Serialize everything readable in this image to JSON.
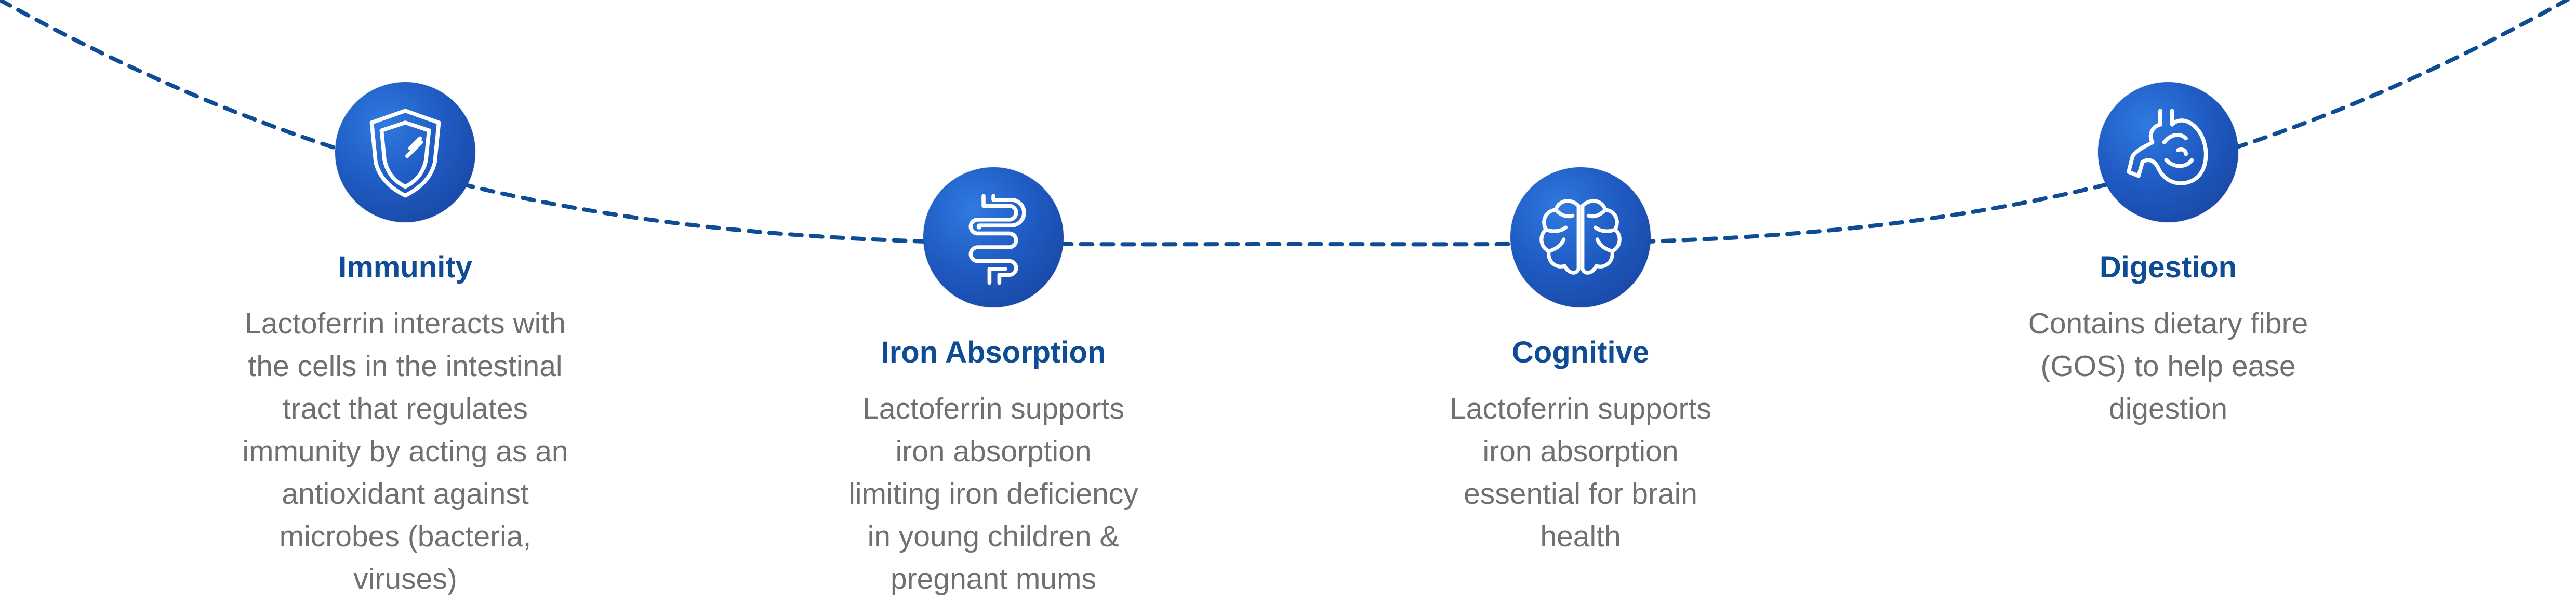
{
  "accent_color": "#0e4c96",
  "text_color": "#707070",
  "benefits": [
    {
      "icon": "shield-icon",
      "title": "Immunity",
      "lines": [
        "Lactoferrin interacts with",
        "the cells in the intestinal",
        "tract that regulates",
        "immunity by acting as an",
        "antioxidant against",
        "microbes (bacteria,",
        "viruses)"
      ]
    },
    {
      "icon": "intestine-icon",
      "title": "Iron Absorption",
      "lines": [
        "Lactoferrin supports",
        "iron absorption",
        "limiting iron deficiency",
        "in young children &",
        "pregnant mums"
      ]
    },
    {
      "icon": "brain-icon",
      "title": "Cognitive",
      "lines": [
        "Lactoferrin supports",
        "iron absorption",
        "essential for brain",
        "health"
      ]
    },
    {
      "icon": "stomach-icon",
      "title": "Digestion",
      "lines": [
        "Contains dietary fibre",
        "(GOS) to help ease",
        "digestion"
      ]
    }
  ]
}
